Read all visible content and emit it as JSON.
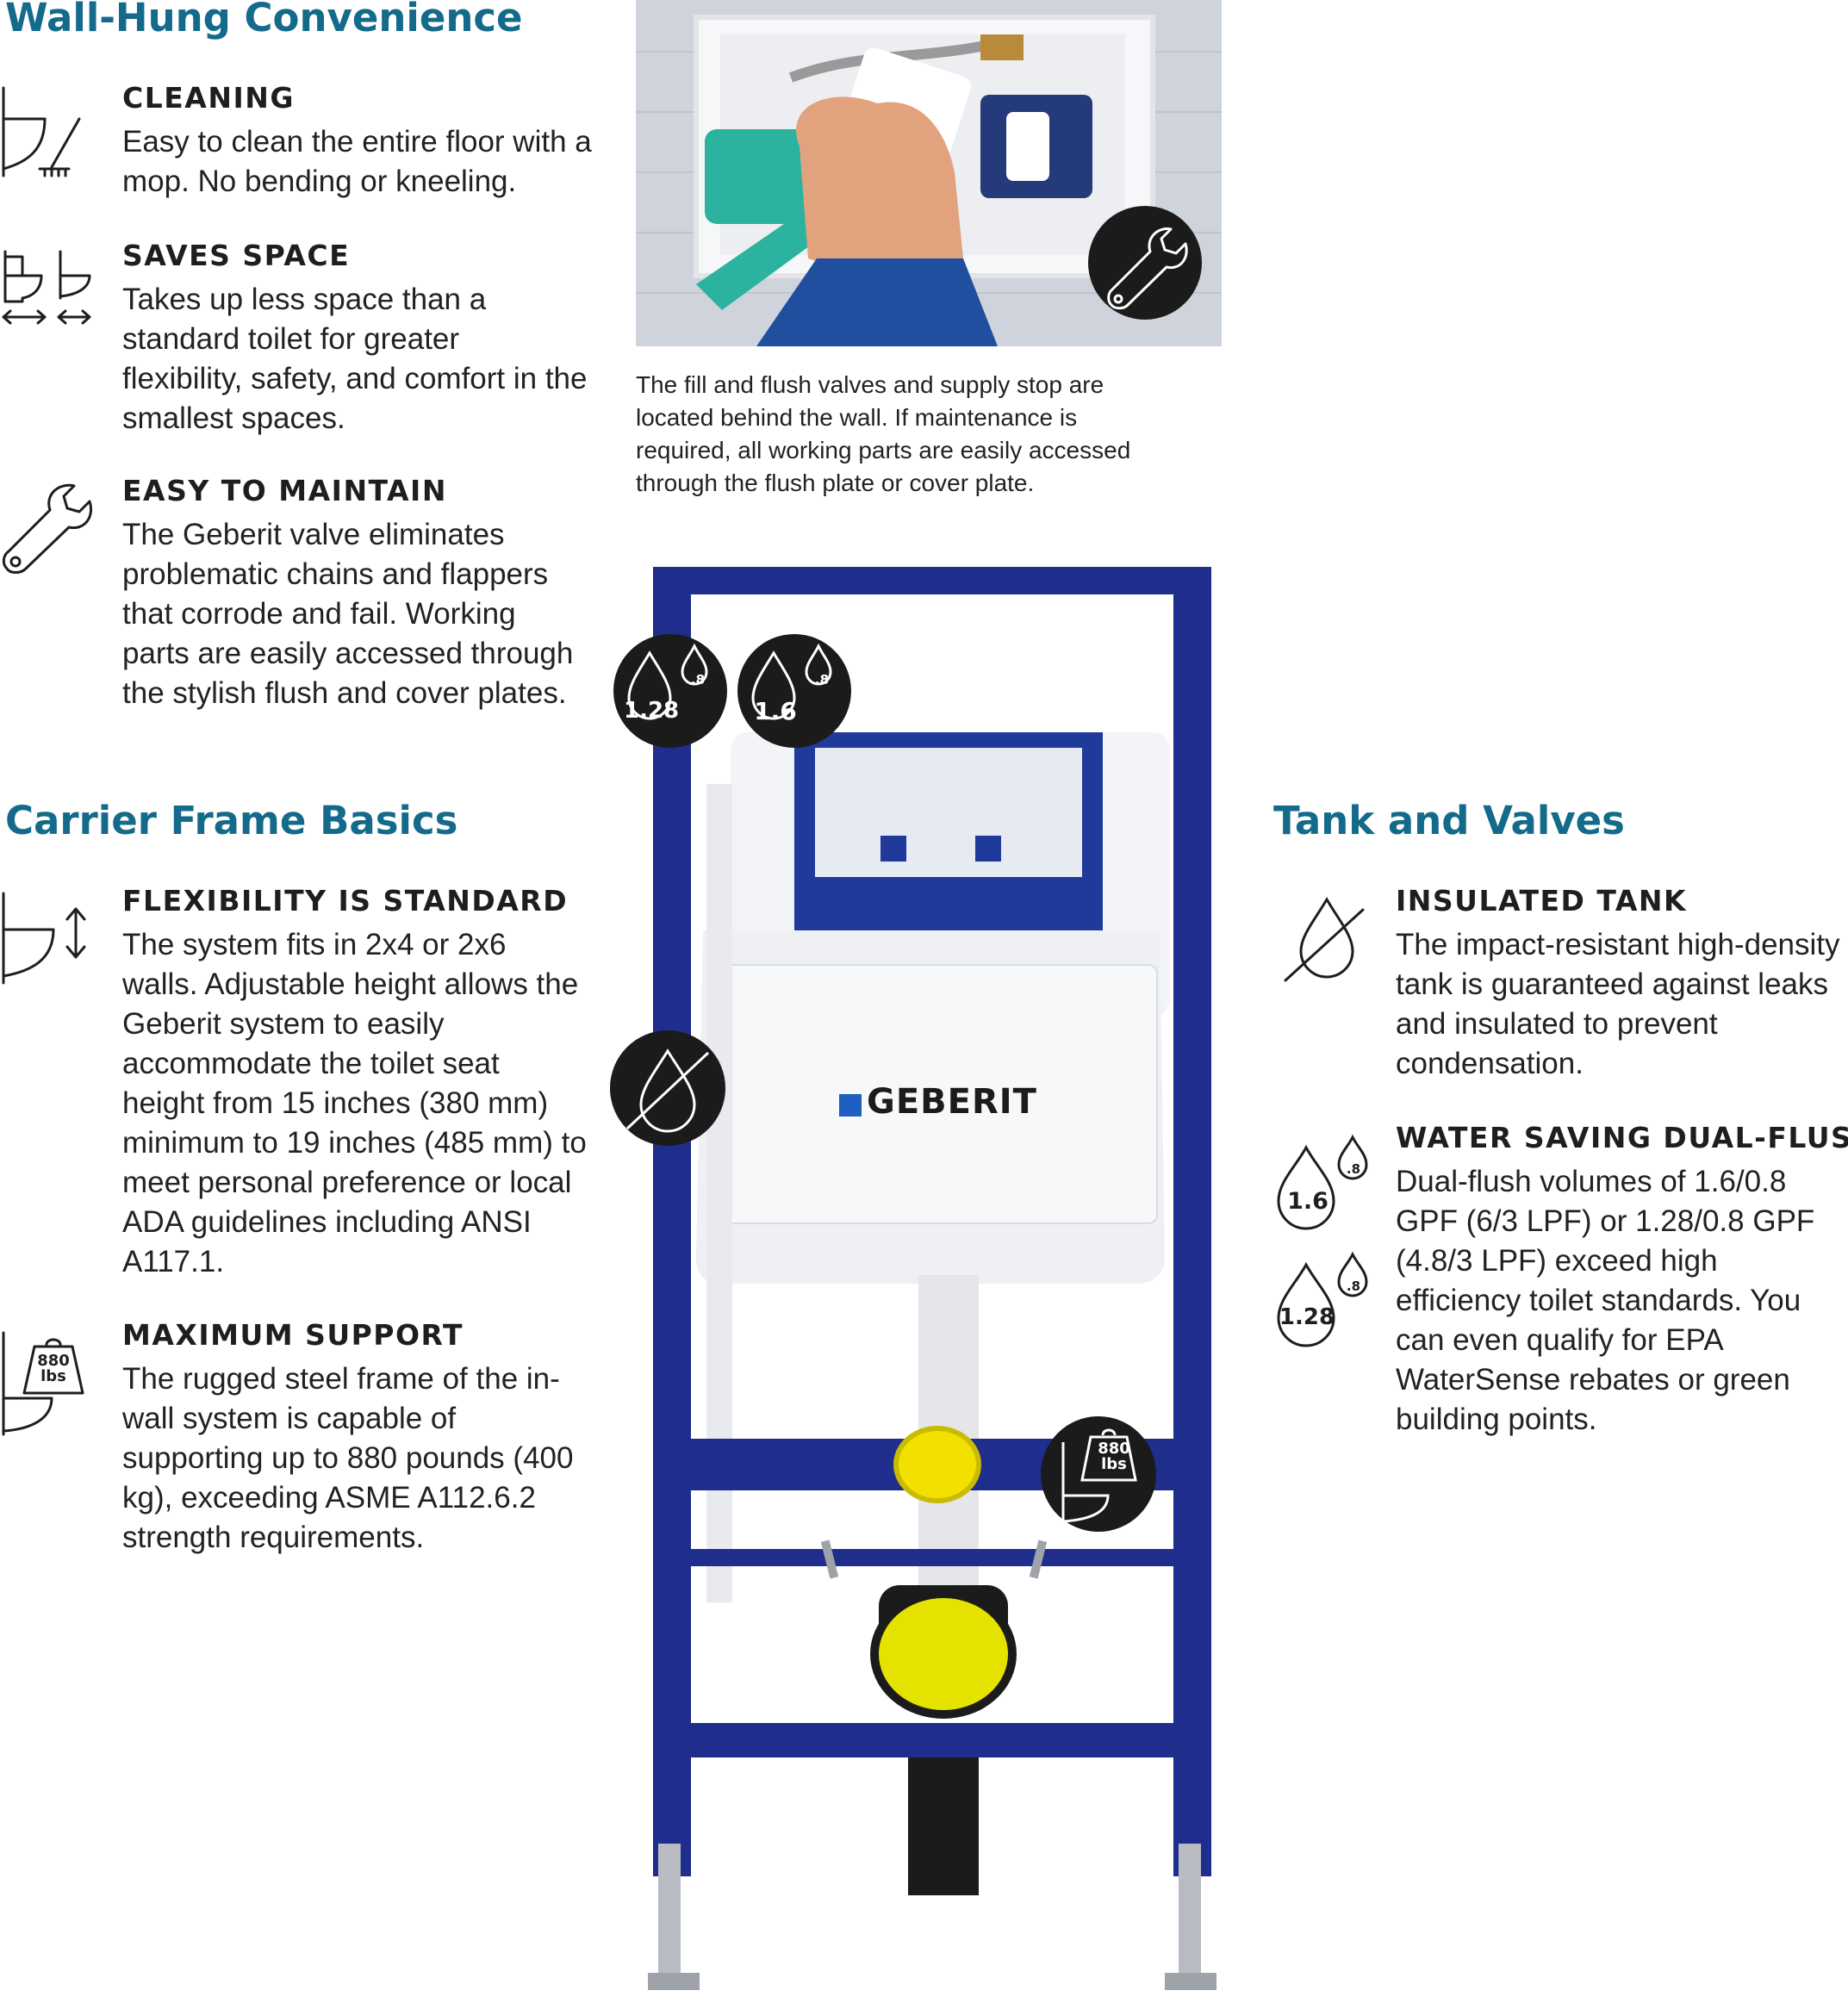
{
  "sections": {
    "wall_hung": "Wall-Hung Convenience",
    "carrier_frame": "Carrier Frame Basics",
    "tank_valves": "Tank and Valves"
  },
  "features": {
    "cleaning": {
      "title": "CLEANING",
      "body": "Easy to clean the entire floor with a mop. No bending or kneeling."
    },
    "saves_space": {
      "title": "SAVES SPACE",
      "body": "Takes up less space than a standard toilet for greater flexibility, safety, and comfort in the smallest spaces."
    },
    "easy_maintain": {
      "title": "EASY TO MAINTAIN",
      "body": "The Geberit valve eliminates problematic chains and flappers that corrode and fail. Working parts are easily accessed through the stylish flush and cover plates."
    },
    "flexibility": {
      "title": "FLEXIBILITY IS STANDARD",
      "body": "The system fits in 2x4 or 2x6 walls. Adjustable height allows the Geberit system to easily accommodate the toilet seat height from 15 inches (380 mm) minimum to 19 inches (485 mm) to meet personal preference or local ADA guidelines including ANSI A117.1."
    },
    "max_support": {
      "title": "MAXIMUM SUPPORT",
      "body": "The rugged steel frame of the in-wall system is capable of supporting up to 880 pounds (400 kg), exceeding ASME A112.6.2 strength requirements."
    },
    "insulated_tank": {
      "title": "INSULATED TANK",
      "body": "The impact-resistant high-density tank is guaranteed against leaks and insulated to prevent condensation."
    },
    "dual_flush": {
      "title": "WATER SAVING DUAL-FLUSH",
      "body": "Dual-flush volumes of 1.6/0.8 GPF (6/3 LPF) or 1.28/0.8 GPF (4.8/3 LPF) exceed high efficiency toilet standards. You can even qualify for EPA WaterSense rebates or green building points."
    }
  },
  "photo_caption": "The fill and flush valves and supply stop are located behind the wall. If maintenance is required, all working parts are easily accessed through the flush plate or cover plate.",
  "icon_labels": {
    "weight_line1": "880",
    "weight_line2": "lbs",
    "flush_128": "1.28",
    "flush_16": "1.6",
    "flush_small": ".8"
  },
  "brand": "GEBERIT",
  "colors": {
    "heading": "#146a8a",
    "text": "#1e1e1e",
    "frame_blue": "#1f2d8c",
    "badge": "#1b1b1b",
    "brand_blue": "#1f5fbf",
    "pipe_yellow": "#f2e000"
  }
}
